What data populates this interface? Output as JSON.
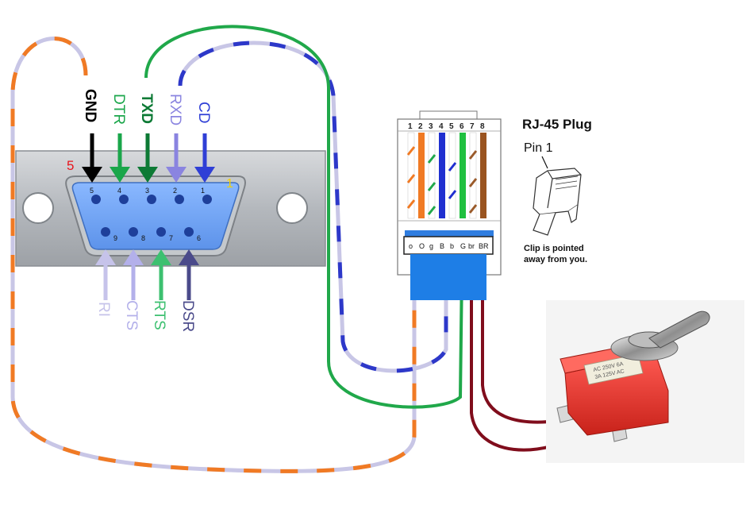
{
  "db9": {
    "labels_top": [
      "GND",
      "DTR",
      "TXD",
      "RXD",
      "CD"
    ],
    "labels_bottom": [
      "RI",
      "CTS",
      "RTS",
      "DSR"
    ],
    "pin_5_marker": "5",
    "pin_1_marker": "1",
    "shell_numbers": [
      "5",
      "4",
      "3",
      "2",
      "1",
      "9",
      "8",
      "7",
      "6"
    ],
    "colors": {
      "GND": "#000000",
      "DTR": "#1aa64a",
      "TXD": "#0d7a35",
      "RXD": "#8a84e0",
      "CD": "#2f3fd6",
      "RI": "#c6c3ea",
      "CTS": "#b3b0ea",
      "RTS": "#3dc070",
      "DSR": "#4a4a8a"
    }
  },
  "rj45": {
    "title": "RJ-45 Plug",
    "pin1_label": "Pin 1",
    "clip_note_line1": "Clip is pointed",
    "clip_note_line2": "away from you.",
    "pin_numbers": [
      "1",
      "2",
      "3",
      "4",
      "5",
      "6",
      "7",
      "8"
    ],
    "wire_codes": [
      "o",
      "O",
      "g",
      "B",
      "b",
      "G",
      "br",
      "BR"
    ]
  },
  "switch": {
    "markings": [
      "AC 250V 6A",
      "3A 125V AC"
    ]
  }
}
